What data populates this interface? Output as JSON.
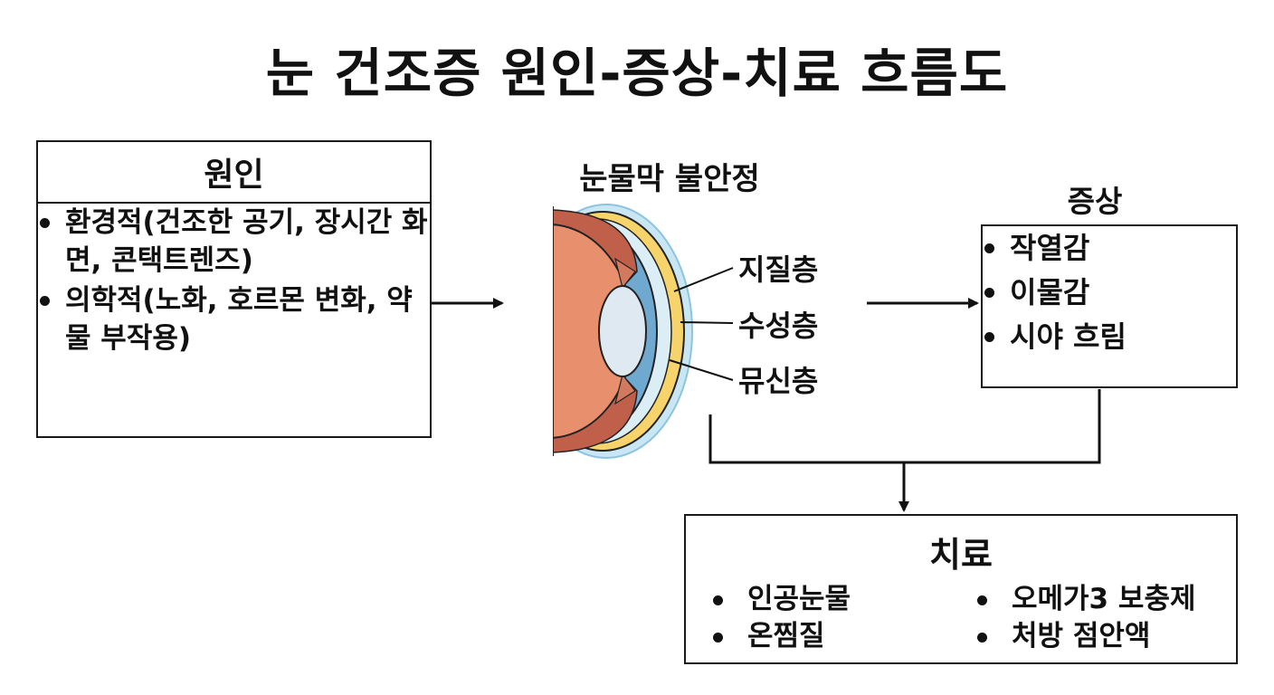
{
  "title": "눈 건조증 원인-증상-치료 흐름도",
  "cause": {
    "heading": "원인",
    "items": [
      "환경적(건조한 공기, 장시간 화면, 콘택트렌즈)",
      "의학적(노화, 호르몬 변화, 약물 부작용)"
    ]
  },
  "tear_film": {
    "heading": "눈물막 불안정",
    "layers": [
      "지질층",
      "수성층",
      "뮤신층"
    ]
  },
  "symptom": {
    "heading": "증상",
    "items": [
      "작열감",
      "이물감",
      "시야 흐림"
    ]
  },
  "treatment": {
    "heading": "치료",
    "left_items": [
      "인공눈물",
      "온찜질"
    ],
    "right_items": [
      "오메가3 보충제",
      "처방 점안액"
    ]
  },
  "colors": {
    "line": "#111111",
    "eye_inner": "#e8906e",
    "lens": "#dfe9f2",
    "aqueous": "#6fa9d0",
    "tear_yellow": "#f6d46b",
    "tear_blue": "#bfe0f0"
  }
}
